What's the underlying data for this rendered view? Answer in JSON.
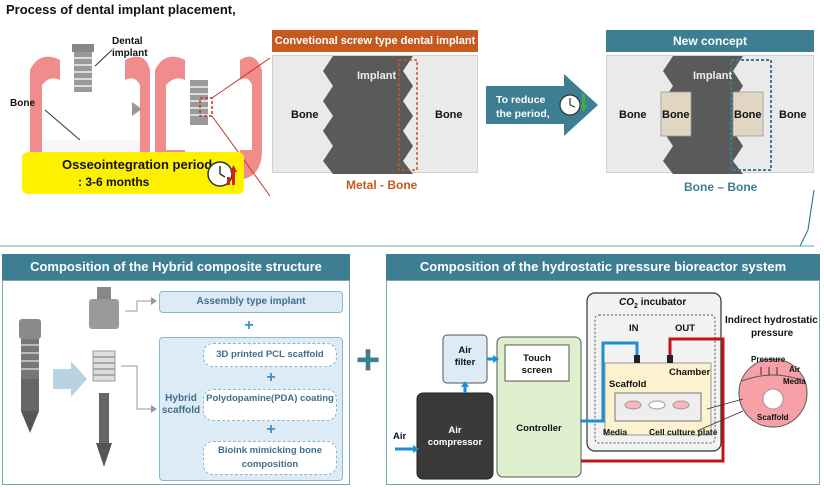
{
  "title": "Process of dental implant placement,",
  "top": {
    "dental_implant_label": "Dental implant",
    "bone_label": "Bone",
    "osseo_period_line1": "Osseointegration period",
    "osseo_period_line2": ": 3-6 months",
    "conventional_header": "Convetional screw type dental implant",
    "conventional_bone_left": "Bone",
    "conventional_implant": "Implant",
    "conventional_bone_right": "Bone",
    "metal_bone": "Metal - Bone",
    "reduce_line1": "To reduce",
    "reduce_line2": "the period,",
    "new_concept_header": "New concept",
    "new_implant": "Implant",
    "new_bone_outer_left": "Bone",
    "new_bone_inner_left": "Bone",
    "new_bone_inner_right": "Bone",
    "new_bone_outer_right": "Bone",
    "bone_bone": "Bone – Bone"
  },
  "hybrid": {
    "header": "Composition of the Hybrid composite structure",
    "assembly": "Assembly type implant",
    "plus1": "+",
    "hybrid_scaffold": "Hybrid scaffold",
    "pcl": "3D printed PCL scaffold",
    "plus2": "+",
    "pda": "Polydopamine(PDA) coating",
    "plus3": "+",
    "bioink": "Bioink mimicking bone composition"
  },
  "big_plus": "+",
  "bioreactor": {
    "header": "Composition of the hydrostatic pressure bioreactor system",
    "incubator_prefix": "C",
    "incubator_sub": "O",
    "incubator_subscript": "2",
    "incubator_suffix": " incubator",
    "in_label": "IN",
    "out_label": "OUT",
    "chamber": "Chamber",
    "scaffold": "Scaffold",
    "media": "Media",
    "plate": "Cell culture plate",
    "air_filter": "Air filter",
    "touch_screen": "Touch screen",
    "controller": "Controller",
    "air_compressor": "Air compressor",
    "air_in": "Air",
    "indirect_line1": "Indirect hydrostatic",
    "indirect_line2": "pressure",
    "pressure": "Pressure",
    "circle_air": "Air",
    "circle_media": "Media",
    "circle_scaffold": "Scaffold"
  },
  "colors": {
    "orange": "#c65a1e",
    "teal": "#3d7e93",
    "yellow": "#fff000",
    "dark_gray": "#666666",
    "green_box": "#dff0cf",
    "light_blue": "#dcebf5"
  }
}
